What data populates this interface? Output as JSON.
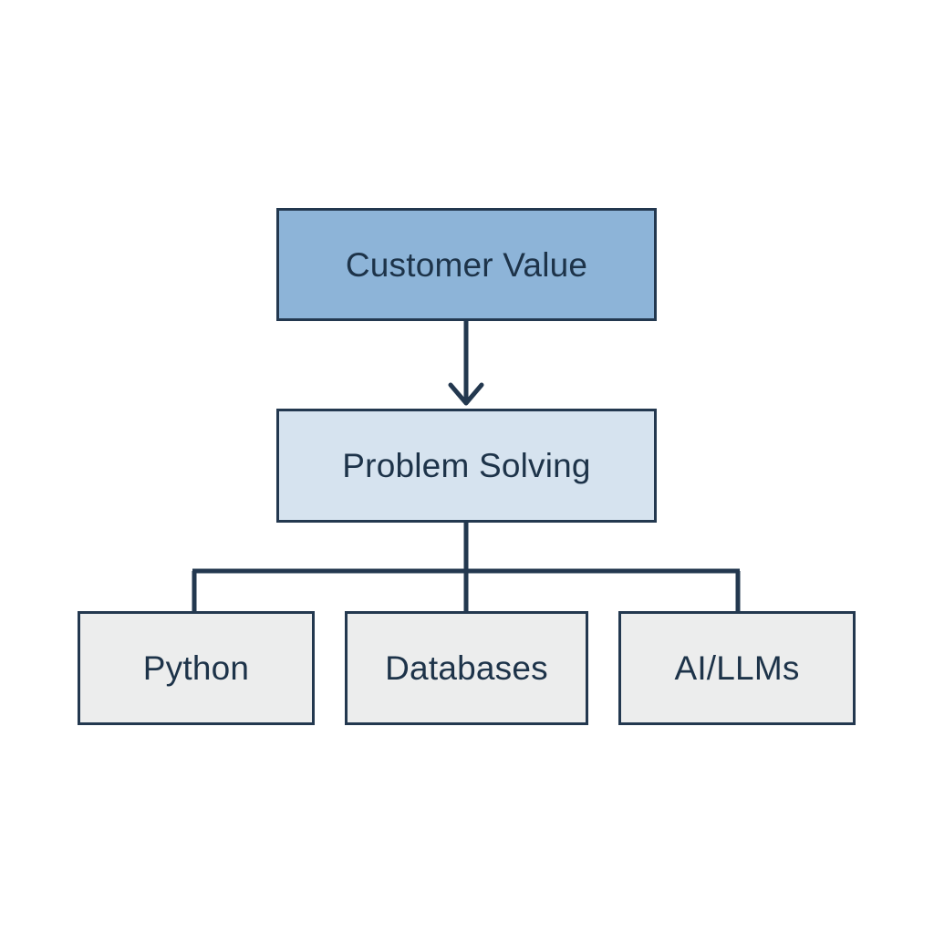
{
  "diagram": {
    "type": "hierarchy-flowchart",
    "background_color": "#ffffff",
    "border_color": "#23384f",
    "text_color": "#1d3349",
    "levels": [
      {
        "level": 1,
        "nodes": [
          {
            "id": "customer-value",
            "label": "Customer Value",
            "fill_color": "#8db4d8"
          }
        ]
      },
      {
        "level": 2,
        "nodes": [
          {
            "id": "problem-solving",
            "label": "Problem Solving",
            "fill_color": "#d6e3ef"
          }
        ]
      },
      {
        "level": 3,
        "nodes": [
          {
            "id": "python",
            "label": "Python",
            "fill_color": "#eceded"
          },
          {
            "id": "databases",
            "label": "Databases",
            "fill_color": "#eceded"
          },
          {
            "id": "ai-llms",
            "label": "AI/LLMs",
            "fill_color": "#eceded"
          }
        ]
      }
    ],
    "connectors": [
      {
        "id": "customer-value-to-problem-solving",
        "from": "customer-value",
        "to": "problem-solving",
        "style": "arrow-down",
        "arrowhead": "open-v"
      },
      {
        "id": "problem-solving-to-python",
        "from": "problem-solving",
        "to": "python",
        "style": "elbow",
        "arrowhead": "none"
      },
      {
        "id": "problem-solving-to-databases",
        "from": "problem-solving",
        "to": "databases",
        "style": "straight",
        "arrowhead": "none"
      },
      {
        "id": "problem-solving-to-ai-llms",
        "from": "problem-solving",
        "to": "ai-llms",
        "style": "elbow",
        "arrowhead": "none"
      }
    ]
  }
}
